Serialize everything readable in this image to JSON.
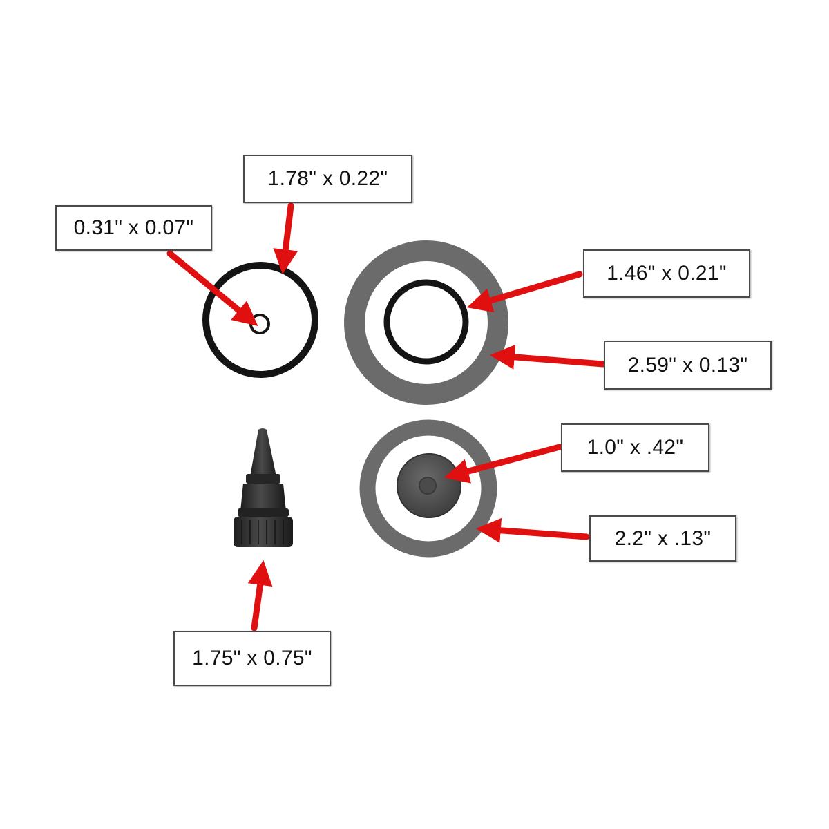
{
  "parts": {
    "small_oring_size": "0.31\" x 0.07\"",
    "large_oring_size": "1.78\" x 0.22\"",
    "inner_oring_size": "1.46\" x 0.21\"",
    "outer_gasket_size": "2.59\" x 0.13\"",
    "valve_disc_size": "1.0\" x .42\"",
    "lower_gasket_size": "2.2\" x .13\"",
    "nozzle_size": "1.75\" x 0.75\""
  },
  "colors": {
    "arrow": "#e01010",
    "oring": "#141414",
    "gasket": "#6b6b6b",
    "nozzle": "#2a2a2a",
    "box_border": "#4a4a4a"
  }
}
